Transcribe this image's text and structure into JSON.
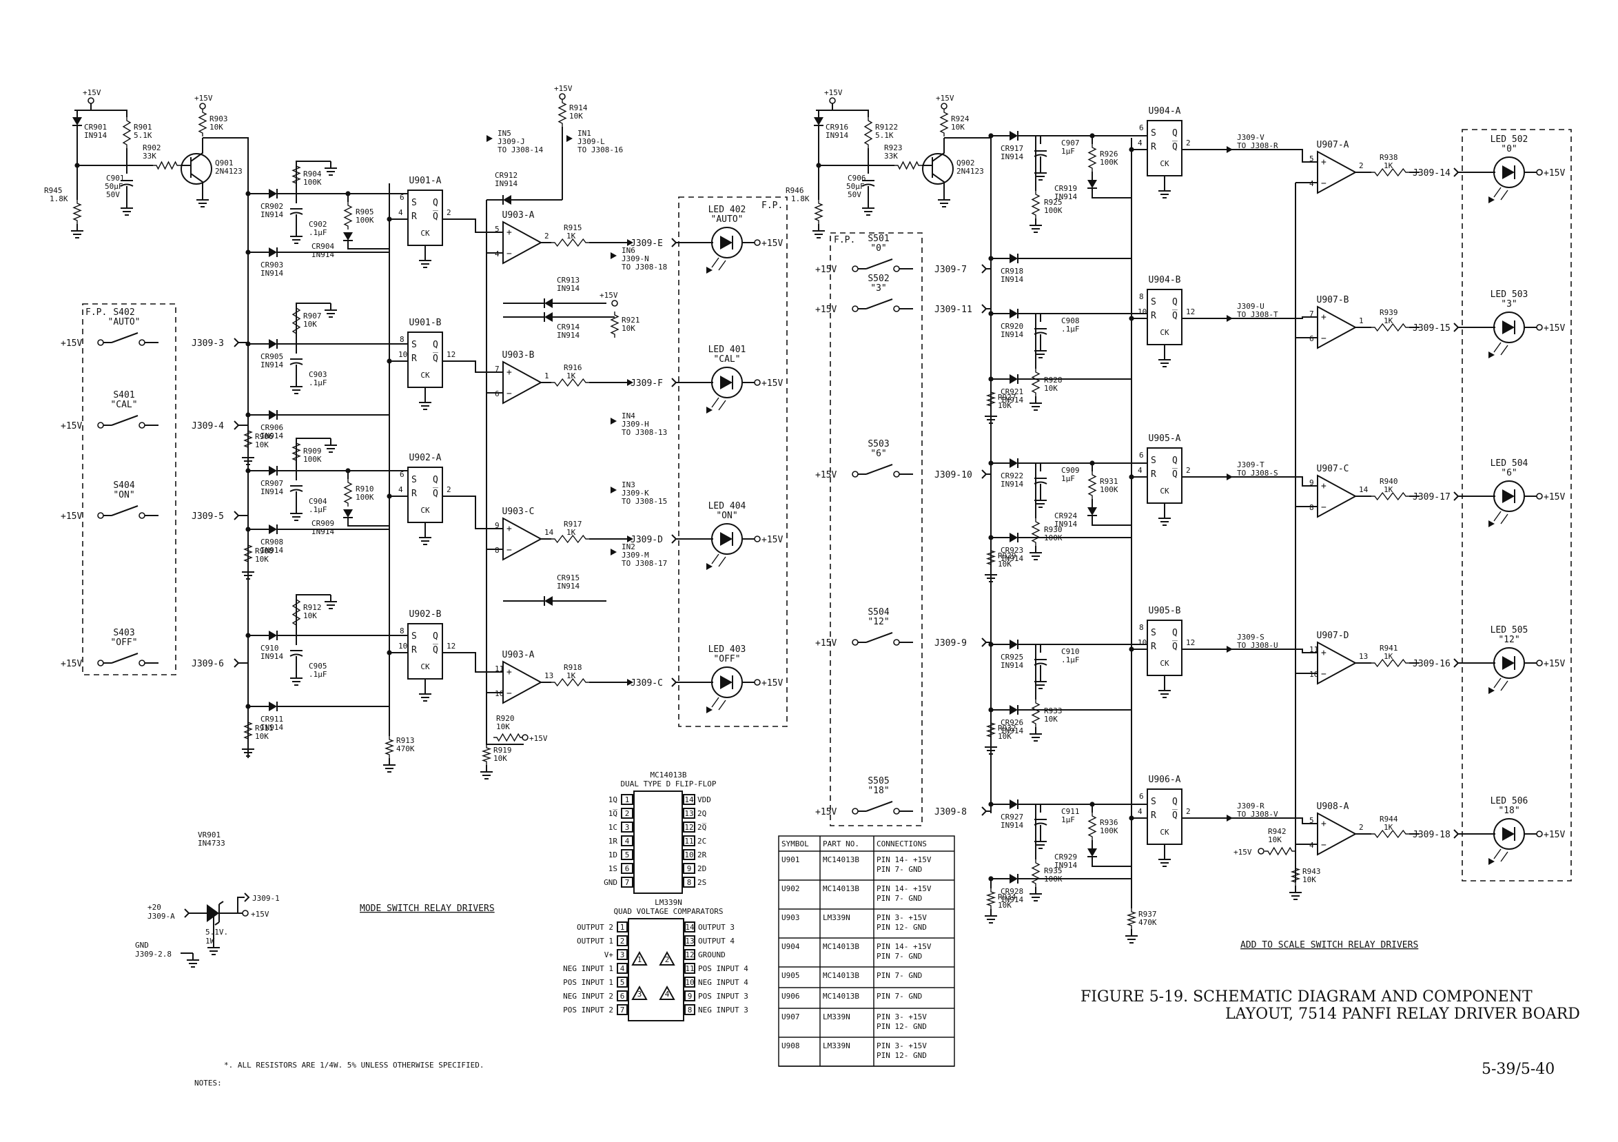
{
  "figure": {
    "caption_line1": "FIGURE 5-19.  SCHEMATIC DIAGRAM AND COMPONENT",
    "caption_line2": "LAYOUT, 7514 PANFI RELAY DRIVER BOARD",
    "page_number": "5-39/5-40"
  },
  "section_titles": {
    "mode": "MODE SWITCH RELAY DRIVERS",
    "scale": "ADD TO SCALE SWITCH  RELAY DRIVERS"
  },
  "notes": {
    "heading": "NOTES:",
    "note1": "*. ALL RESISTORS ARE 1/4W. 5% UNLESS OTHERWISE SPECIFIED."
  },
  "panel_label": "F.P.",
  "rails": {
    "p15": "+15V",
    "p20": "+20",
    "gnd": "GND"
  },
  "switches_mode": [
    {
      "ref": "S402",
      "name": "\"AUTO\"",
      "jack": "J309-3"
    },
    {
      "ref": "S401",
      "name": "\"CAL\"",
      "jack": "J309-4"
    },
    {
      "ref": "S404",
      "name": "\"ON\"",
      "jack": "J309-5"
    },
    {
      "ref": "S403",
      "name": "\"OFF\"",
      "jack": "J309-6"
    }
  ],
  "switches_scale": [
    {
      "ref": "S501",
      "name": "\"0\"",
      "jack": "J309-7"
    },
    {
      "ref": "S502",
      "name": "\"3\"",
      "jack": "J309-11"
    },
    {
      "ref": "S503",
      "name": "\"6\"",
      "jack": "J309-10"
    },
    {
      "ref": "S504",
      "name": "\"12\"",
      "jack": "J309-9"
    },
    {
      "ref": "S505",
      "name": "\"18\"",
      "jack": "J309-8"
    }
  ],
  "leds_mode": [
    {
      "ref": "LED 402",
      "name": "\"AUTO\"",
      "jack": "J309-E"
    },
    {
      "ref": "LED 401",
      "name": "\"CAL\"",
      "jack": "J309-F"
    },
    {
      "ref": "LED 404",
      "name": "\"ON\"",
      "jack": "J309-D"
    },
    {
      "ref": "LED 403",
      "name": "\"OFF\"",
      "jack": "J309-C"
    }
  ],
  "leds_scale": [
    {
      "ref": "LED 502",
      "name": "\"0\"",
      "jack": "J309-14"
    },
    {
      "ref": "LED 503",
      "name": "\"3\"",
      "jack": "J309-15"
    },
    {
      "ref": "LED 504",
      "name": "\"6\"",
      "jack": "J309-17"
    },
    {
      "ref": "LED 505",
      "name": "\"12\"",
      "jack": "J309-16"
    },
    {
      "ref": "LED 506",
      "name": "\"18\"",
      "jack": "J309-18"
    }
  ],
  "input_section": {
    "cr901": "CR901",
    "cr901v": "IN914",
    "r901": "R901",
    "r901v": "5.1K",
    "r902": "R902",
    "r902v": "33K",
    "r903": "R903",
    "r903v": "10K",
    "q901": "Q901",
    "q901v": "2N4123",
    "c901": "C901",
    "c901v": "50µF",
    "c901w": "50V",
    "r945": "R945",
    "r945v": "1.8K",
    "cr916": "CR916",
    "cr916v": "IN914",
    "r9122": "R9122",
    "r9122v": "5.1K",
    "r923": "R923",
    "r923v": "33K",
    "r924": "R924",
    "r924v": "10K",
    "q902": "Q902",
    "q902v": "2N4123",
    "c906": "C906",
    "c906v": "50µF",
    "c906w": "50V",
    "r946": "R946",
    "r946v": "1.8K"
  },
  "mode_rows": [
    {
      "ff": "U901-A",
      "cr1": "CR902",
      "cr2": "CR903",
      "r": "R904",
      "rv": "100K",
      "c": "C902",
      "cv": ".1µF",
      "cr3": "CR904",
      "rx": "R905",
      "rxv": "100K",
      "op": "U903-A",
      "ro": "R915",
      "rov": "1K",
      "pins": [
        "6",
        "4",
        "2",
        "5",
        "4",
        "2"
      ]
    },
    {
      "ff": "U901-B",
      "cr1": "CR905",
      "cr2": "CR906",
      "r": "R907",
      "rv": "10K",
      "c": "C903",
      "cv": ".1µF",
      "rg": "R906",
      "rgv": "10K",
      "op": "U903-B",
      "ro": "R916",
      "rov": "1K",
      "pins": [
        "8",
        "10",
        "12",
        "7",
        "6",
        "1"
      ]
    },
    {
      "ff": "U902-A",
      "cr1": "CR907",
      "cr2": "CR908",
      "r": "R909",
      "rv": "100K",
      "c": "C904",
      "cv": ".1µF",
      "cr3": "CR909",
      "rx": "R910",
      "rxv": "100K",
      "rg": "R908",
      "rgv": "10K",
      "op": "U903-C",
      "ro": "R917",
      "rov": "1K",
      "pins": [
        "6",
        "4",
        "2",
        "9",
        "8",
        "14"
      ]
    },
    {
      "ff": "U902-B",
      "cr1": "C910",
      "cr2": "CR911",
      "r": "R912",
      "rv": "10K",
      "c": "C905",
      "cv": ".1µF",
      "rg": "R911",
      "rgv": "10K",
      "op": "U903-A",
      "ro": "R918",
      "rov": "1K",
      "pins": [
        "8",
        "10",
        "12",
        "11",
        "10",
        "13"
      ]
    }
  ],
  "mode_extras": {
    "r914": "R914",
    "r914v": "10K",
    "cr912": "CR912",
    "cr912v": "IN914",
    "cr913": "CR913",
    "cr913v": "IN914",
    "cr914": "CR914",
    "cr914v": "IN914",
    "cr915": "CR915",
    "cr915v": "IN914",
    "r921": "R921",
    "r921v": "10K",
    "r913": "R913",
    "r913v": "470K",
    "r919": "R919",
    "r919v": "10K",
    "r920": "R920",
    "r920v": "10K",
    "in5": "IN5",
    "in5a": "J309-J",
    "in5b": "TO J308-14",
    "in1": "IN1",
    "in1a": "J309-L",
    "in1b": "TO J308-16",
    "in6": "IN6",
    "in6a": "J309-N",
    "in6b": "TO J308-18",
    "in4": "IN4",
    "in4a": "J309-H",
    "in4b": "TO J308-13",
    "in3": "IN3",
    "in3a": "J309-K",
    "in3b": "TO J308-15",
    "in2": "IN2",
    "in2a": "J309-M",
    "in2b": "TO J308-17",
    "ck": "CK",
    "diode": "IN914"
  },
  "scale_rows": [
    {
      "ff": "U904-A",
      "cr1": "CR917",
      "cr2": "CR918",
      "c": "C907",
      "cv": "1µF",
      "r": "R925",
      "rv": "100K",
      "crx": "CR919",
      "rx": "R926",
      "rxv": "100K",
      "out": "J309-V",
      "to": "TO J308-R",
      "op": "U907-A",
      "ro": "R938",
      "rov": "1K",
      "pins": [
        "6",
        "4",
        "2",
        "5",
        "4",
        "2"
      ]
    },
    {
      "ff": "U904-B",
      "cr1": "CR920",
      "cr2": "CR921",
      "c": "C908",
      "cv": ".1µF",
      "r": "R928",
      "rv": "10K",
      "rg": "R927",
      "rgv": "10K",
      "out": "J309-U",
      "to": "TO J308-T",
      "op": "U907-B",
      "ro": "R939",
      "rov": "1K",
      "pins": [
        "8",
        "10",
        "12",
        "7",
        "6",
        "1"
      ]
    },
    {
      "ff": "U905-A",
      "cr1": "CR922",
      "cr2": "CR923",
      "c": "C909",
      "cv": "1µF",
      "r": "R930",
      "rv": "100K",
      "crx": "CR924",
      "rx": "R931",
      "rxv": "100K",
      "rg": "R929",
      "rgv": "10K",
      "out": "J309-T",
      "to": "TO J308-S",
      "op": "U907-C",
      "ro": "R940",
      "rov": "1K",
      "pins": [
        "6",
        "4",
        "2",
        "9",
        "8",
        "14"
      ]
    },
    {
      "ff": "U905-B",
      "cr1": "CR925",
      "cr2": "CR926",
      "c": "C910",
      "cv": ".1µF",
      "r": "R933",
      "rv": "10K",
      "rg": "R932",
      "rgv": "10K",
      "out": "J309-S",
      "to": "TO J308-U",
      "op": "U907-D",
      "ro": "R941",
      "rov": "1K",
      "pins": [
        "8",
        "10",
        "12",
        "11",
        "10",
        "13"
      ]
    },
    {
      "ff": "U906-A",
      "cr1": "CR927",
      "cr2": "CR928",
      "c": "C911",
      "cv": "1µF",
      "r": "R935",
      "rv": "100K",
      "crx": "CR929",
      "rx": "R936",
      "rxv": "100K",
      "rg": "R934",
      "rgv": "10K",
      "out": "J309-R",
      "to": "TO J308-V",
      "op": "U908-A",
      "ro": "R944",
      "rov": "1K",
      "pins": [
        "6",
        "4",
        "2",
        "5",
        "4",
        "2"
      ]
    }
  ],
  "scale_extras": {
    "r937": "R937",
    "r937v": "470K",
    "r942": "R942",
    "r942v": "10K",
    "r943": "R943",
    "r943v": "10K"
  },
  "regulator": {
    "ref": "VR901",
    "part": "IN4733",
    "v": "5.1V.",
    "w": "1W",
    "in": "J309-A",
    "out": "J309-1",
    "gnd": "J309-2.8"
  },
  "ic_flipflop": {
    "part": "MC14013B",
    "desc": "DUAL TYPE D FLIP-FLOP",
    "left": [
      "1Q",
      "1Q̅",
      "1C",
      "1R",
      "1D",
      "1S",
      "GND"
    ],
    "right": [
      "VDD",
      "2Q",
      "2Q̅",
      "2C",
      "2R",
      "2D",
      "2S"
    ]
  },
  "ic_comparator": {
    "part": "LM339N",
    "desc": "QUAD VOLTAGE COMPARATORS",
    "left": [
      "OUTPUT 2",
      "OUTPUT 1",
      "V+",
      "NEG INPUT 1",
      "POS INPUT 1",
      "NEG INPUT 2",
      "POS INPUT 2"
    ],
    "right": [
      "OUTPUT 3",
      "OUTPUT 4",
      "GROUND",
      "POS INPUT 4",
      "NEG INPUT 4",
      "POS INPUT 3",
      "NEG INPUT 3"
    ]
  },
  "parts_table": {
    "headers": [
      "SYMBOL",
      "PART NO.",
      "CONNECTIONS"
    ],
    "rows": [
      {
        "sym": "U901",
        "part": "MC14013B",
        "c1": "PIN 14- +15V",
        "c2": "PIN 7- GND"
      },
      {
        "sym": "U902",
        "part": "MC14013B",
        "c1": "PIN 14- +15V",
        "c2": "PIN 7- GND"
      },
      {
        "sym": "U903",
        "part": "LM339N",
        "c1": "PIN 3- +15V",
        "c2": "PIN 12- GND"
      },
      {
        "sym": "U904",
        "part": "MC14013B",
        "c1": "PIN 14- +15V",
        "c2": "PIN 7- GND"
      },
      {
        "sym": "U905",
        "part": "MC14013B",
        "c1": "PIN 7- GND",
        "c2": ""
      },
      {
        "sym": "U906",
        "part": "MC14013B",
        "c1": "PIN 7- GND",
        "c2": ""
      },
      {
        "sym": "U907",
        "part": "LM339N",
        "c1": "PIN 3- +15V",
        "c2": "PIN 12- GND"
      },
      {
        "sym": "U908",
        "part": "LM339N",
        "c1": "PIN 3- +15V",
        "c2": "PIN 12- GND"
      }
    ]
  }
}
